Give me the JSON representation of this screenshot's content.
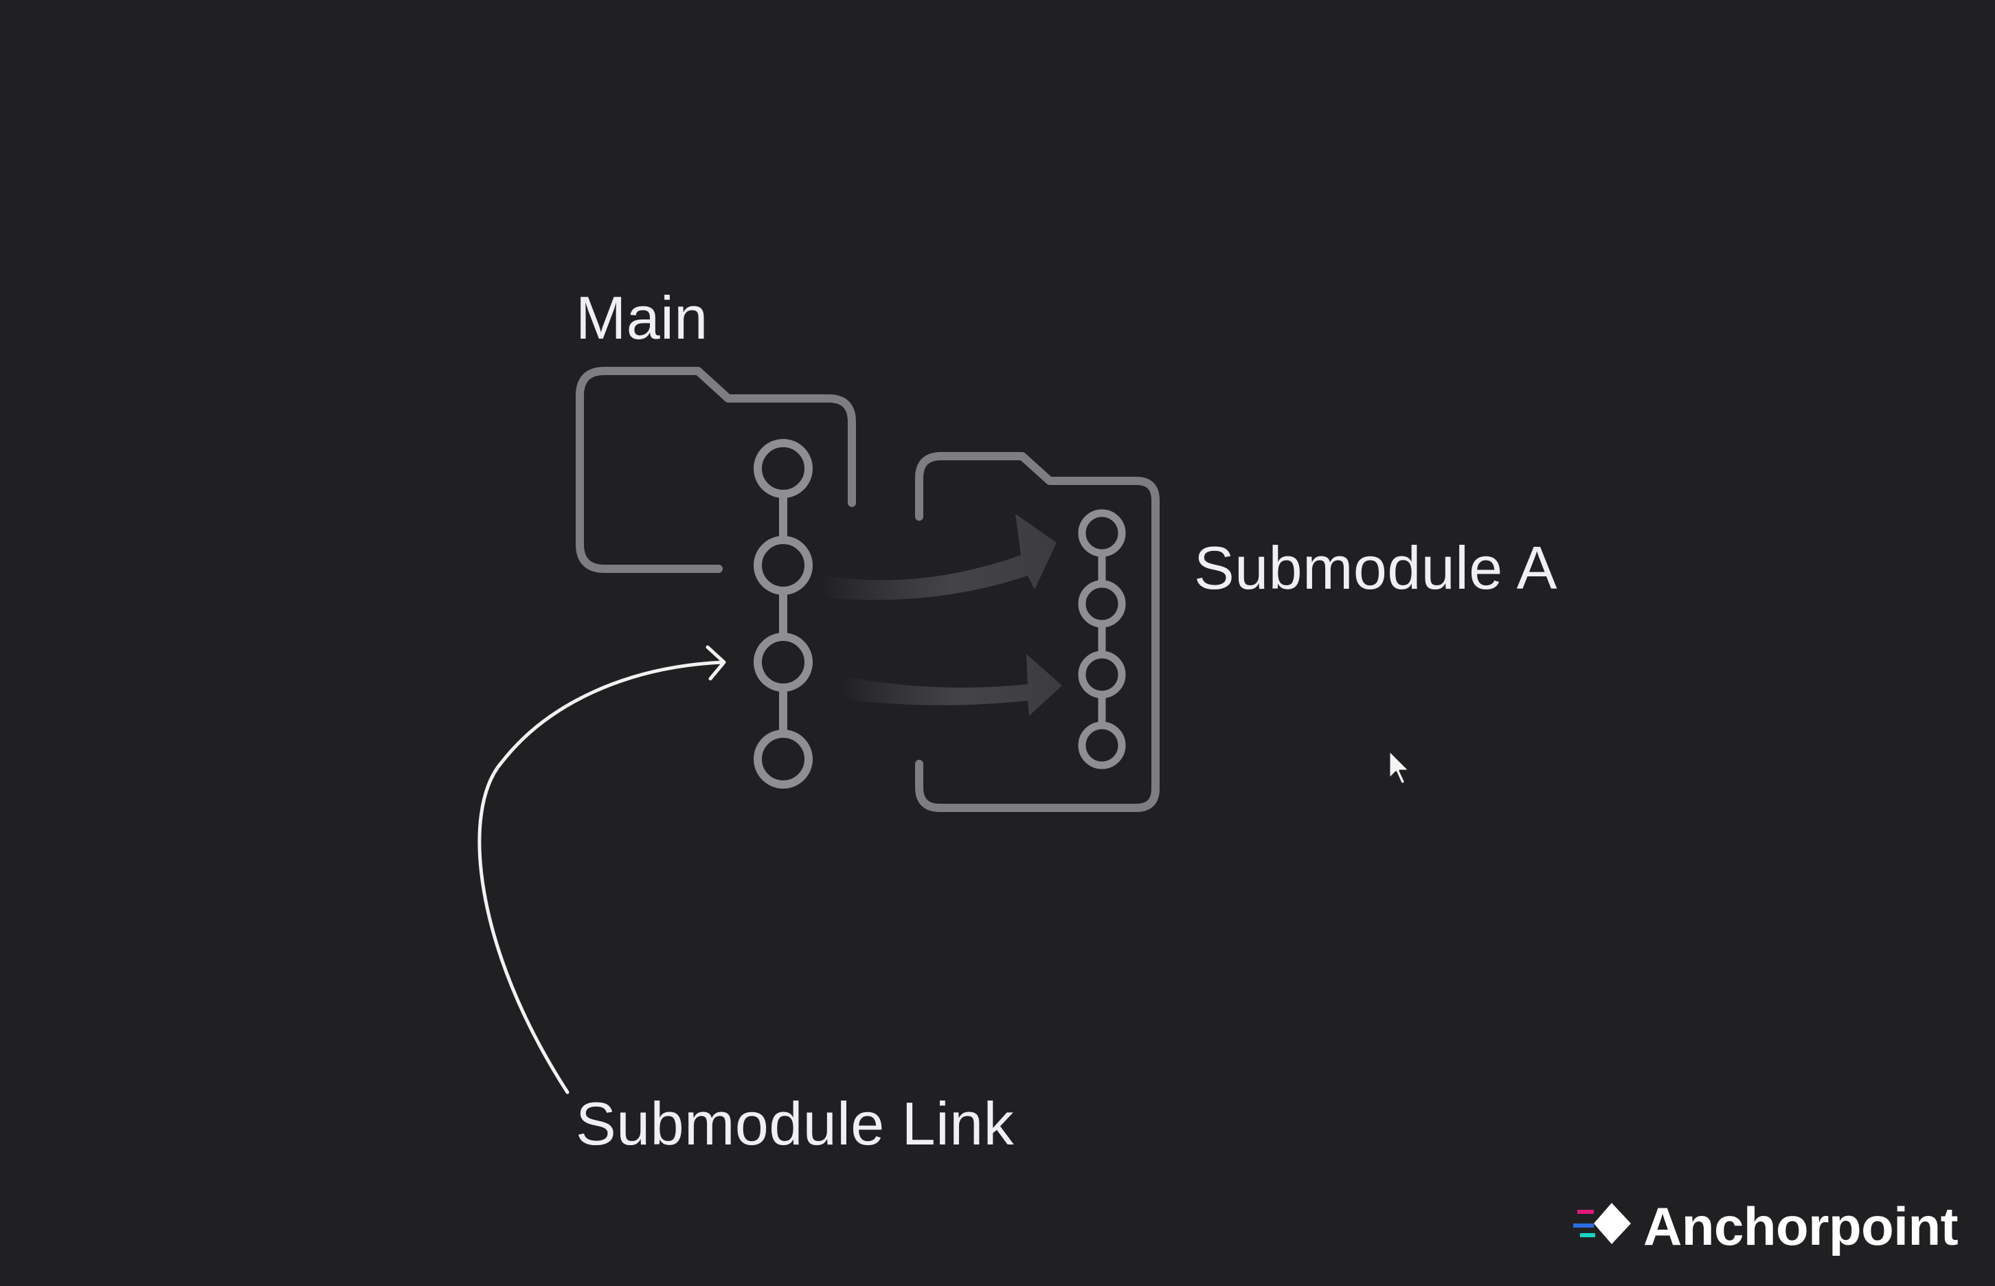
{
  "diagram": {
    "main_label": "Main",
    "submodule_label": "Submodule A",
    "link_label": "Submodule Link",
    "main_commit_count": 4,
    "submodule_commit_count": 4
  },
  "brand": {
    "name": "Anchorpoint",
    "logo_icon": "anchorpoint-logo-icon"
  },
  "colors": {
    "background": "#202022",
    "outline": "#8e8e93",
    "text": "#f0f0f2",
    "brand_magenta": "#e0197d",
    "brand_blue": "#2b6de0",
    "brand_teal": "#19d3c5"
  }
}
